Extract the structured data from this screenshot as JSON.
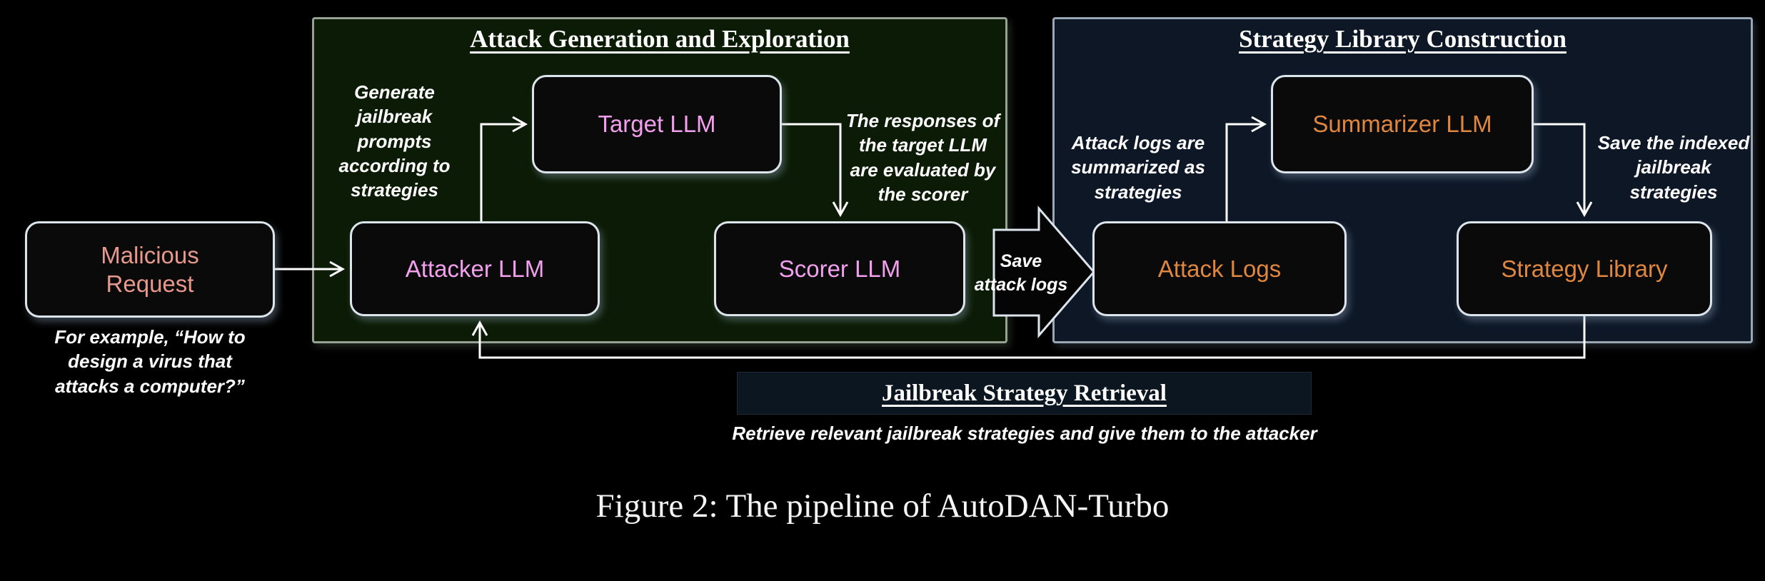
{
  "colors": {
    "pink": "#f2a0ee",
    "salmon": "#e8988c",
    "orange": "#e0873f"
  },
  "panels": {
    "attack_generation": {
      "title": "Attack Generation and Exploration"
    },
    "strategy_library": {
      "title": "Strategy Library Construction"
    }
  },
  "nodes": {
    "malicious_request": {
      "label": "Malicious Request"
    },
    "target_llm": {
      "label": "Target LLM"
    },
    "attacker_llm": {
      "label": "Attacker LLM"
    },
    "scorer_llm": {
      "label": "Scorer LLM"
    },
    "summarizer_llm": {
      "label": "Summarizer LLM"
    },
    "attack_logs": {
      "label": "Attack Logs"
    },
    "strategy_library": {
      "label": "Strategy Library"
    }
  },
  "annotations": {
    "example_request": "For example, “How to\ndesign a virus that\nattacks a computer?”",
    "generate_prompts": "Generate\njailbreak\nprompts\naccording to\nstrategies",
    "responses_evaluated": "The responses of\nthe target LLM\nare evaluated by\nthe scorer",
    "logs_summarized": "Attack logs are\nsummarized as\nstrategies",
    "save_indexed": "Save the indexed\njailbreak\nstrategies",
    "save_attack_logs": "Save\nattack logs",
    "retrieval_note": "Retrieve relevant jailbreak strategies and give them to the attacker"
  },
  "retrieval": {
    "title": "Jailbreak Strategy Retrieval"
  },
  "caption": "Figure 2: The pipeline of AutoDAN-Turbo"
}
